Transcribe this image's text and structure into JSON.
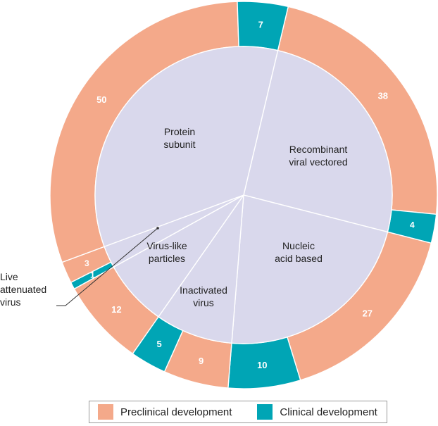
{
  "chart_data": {
    "type": "pie",
    "subtype": "nested-donut",
    "inner_ring": {
      "categories": [
        "Protein subunit",
        "Recombinant viral vectored",
        "Nucleic acid based",
        "Inactivated virus",
        "Virus-like particles",
        "Live attenuated virus"
      ],
      "labels": [
        [
          "Protein",
          "subunit"
        ],
        [
          "Recombinant",
          "viral vectored"
        ],
        [
          "Nucleic",
          "acid based"
        ],
        [
          "Inactivated",
          "virus"
        ],
        [
          "Virus-like",
          "particles"
        ],
        [
          "Live",
          "attenuated",
          "virus"
        ]
      ]
    },
    "outer_ring": {
      "Protein subunit": {
        "preclinical": 50,
        "clinical": 7
      },
      "Recombinant viral vectored": {
        "preclinical": 38,
        "clinical": 4
      },
      "Nucleic acid based": {
        "preclinical": 27,
        "clinical": 10
      },
      "Inactivated virus": {
        "preclinical": 9,
        "clinical": 5
      },
      "Virus-like particles": {
        "preclinical": 12,
        "clinical": 0
      },
      "Live attenuated virus": {
        "preclinical": 3,
        "clinical": 1
      }
    },
    "legend": [
      {
        "label": "Preclinical development",
        "color": "#f4a98a"
      },
      {
        "label": "Clinical development",
        "color": "#00a5b5"
      }
    ],
    "legend_placement": "bottom",
    "colors": {
      "preclinical": "#f4a98a",
      "clinical": "#00a5b5",
      "inner": "#d9d8ec",
      "separator": "#ffffff"
    }
  }
}
